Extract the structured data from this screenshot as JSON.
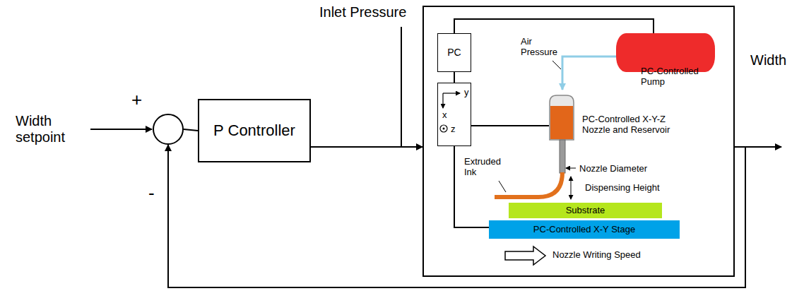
{
  "diagram": {
    "nodes": [
      {
        "text": [
          "+",
          "-"
        ]
      },
      {
        "text": [
          "P Controller"
        ]
      },
      {
        "text": [
          "Air Pressure",
          "Extruded Ink",
          "Nozzle Diameter",
          "Dispensing Height",
          "Nozzle Writing Speed"
        ]
      },
      {
        "text": [
          "PC"
        ],
        "in": 2
      },
      {
        "text": [
          "y",
          "x",
          "z"
        ],
        "in": 2
      },
      {
        "text": [
          "PC-Controlled Pump"
        ],
        "in": 2
      },
      {
        "text": [
          "PC-Controlled X-Y-Z Nozzle and Reservoir"
        ],
        "in": 2
      },
      {
        "text": [
          "Substrate"
        ],
        "in": 2
      },
      {
        "text": [
          "PC-Controlled X-Y Stage"
        ],
        "in": 2
      }
    ],
    "edges": [
      {
        "from": 0,
        "to": 1,
        "arrow": "none"
      },
      {
        "from": 1,
        "to": 2,
        "arrow": "to"
      },
      {
        "from": 2,
        "to": 0,
        "arrow": "to"
      },
      {
        "from": 3,
        "to": 5,
        "arrow": "none"
      },
      {
        "from": 3,
        "to": 4,
        "arrow": "none"
      },
      {
        "from": 4,
        "to": 6,
        "arrow": "none"
      },
      {
        "from": 4,
        "to": 8,
        "arrow": "none"
      },
      {
        "from": 5,
        "to": 6,
        "arrow": "to"
      }
    ],
    "labels": [
      "Width setpoint",
      "Inlet Pressure",
      "Width"
    ]
  }
}
